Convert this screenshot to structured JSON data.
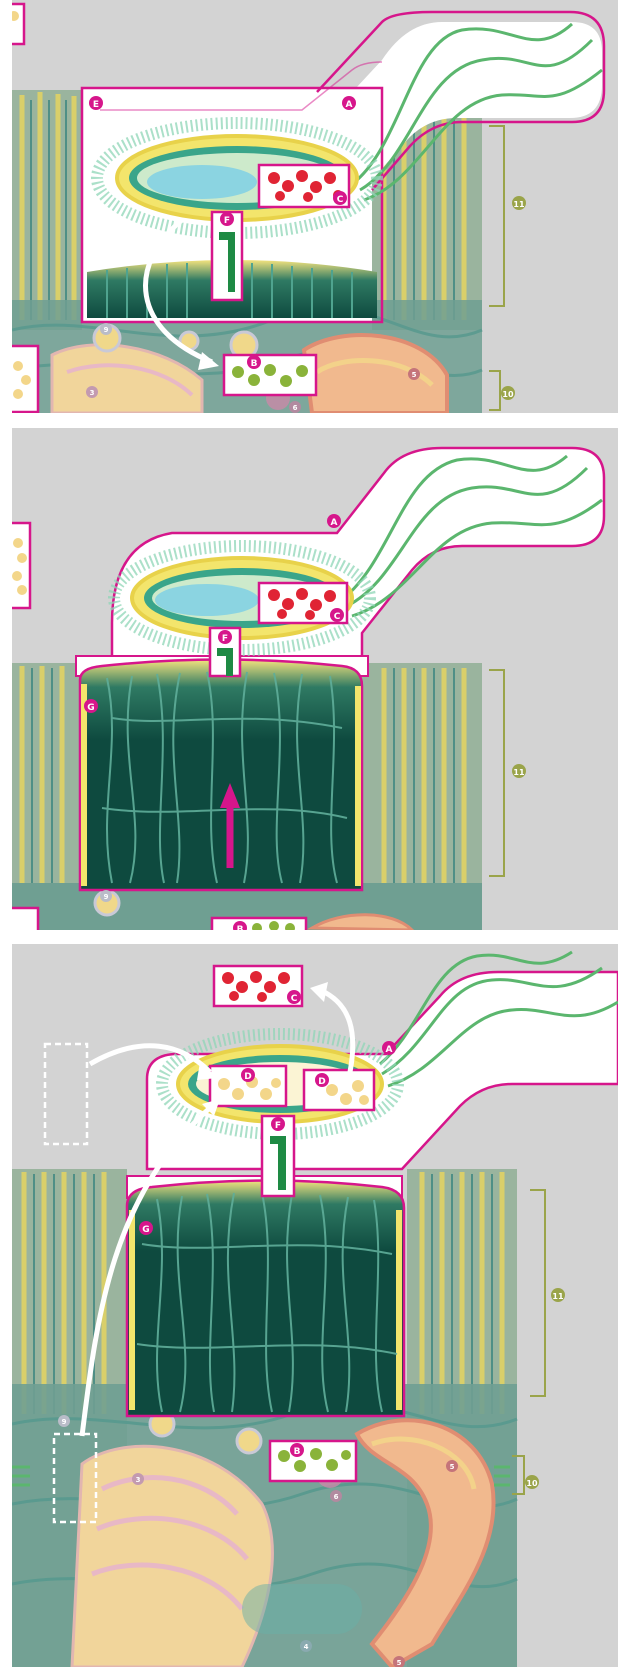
{
  "figure": {
    "panel_count": 3,
    "colors": {
      "background": "#d3d3d3",
      "magenta_outline": "#d6168b",
      "cell_yellow": "#f2e07a",
      "cell_teal": "#4f8f86",
      "dark_teal": "#0e4a3f",
      "cilia_green": "#5bb66e",
      "red_effector": "#e02434",
      "olive_effector": "#8ab33a",
      "pale_effector": "#f3d68a",
      "white_arrow": "#ffffff",
      "bracket_olive": "#9aa44a"
    }
  },
  "panels": [
    {
      "labels": {
        "A": "A",
        "B": "B",
        "C": "C",
        "E": "E",
        "F": "F",
        "n11": "11",
        "n10": "10",
        "n9": "9",
        "n3": "3",
        "n5": "5",
        "n6": "6"
      }
    },
    {
      "labels": {
        "A": "A",
        "B": "B",
        "C": "C",
        "F": "F",
        "G": "G",
        "n11": "11",
        "n9": "9"
      }
    },
    {
      "labels": {
        "A": "A",
        "B": "B",
        "C": "C",
        "D1": "D",
        "D2": "D",
        "F": "F",
        "G": "G",
        "n11": "11",
        "n10": "10",
        "n9": "9",
        "n3": "3",
        "n4": "4",
        "n5a": "5",
        "n5b": "5",
        "n6": "6"
      }
    }
  ]
}
